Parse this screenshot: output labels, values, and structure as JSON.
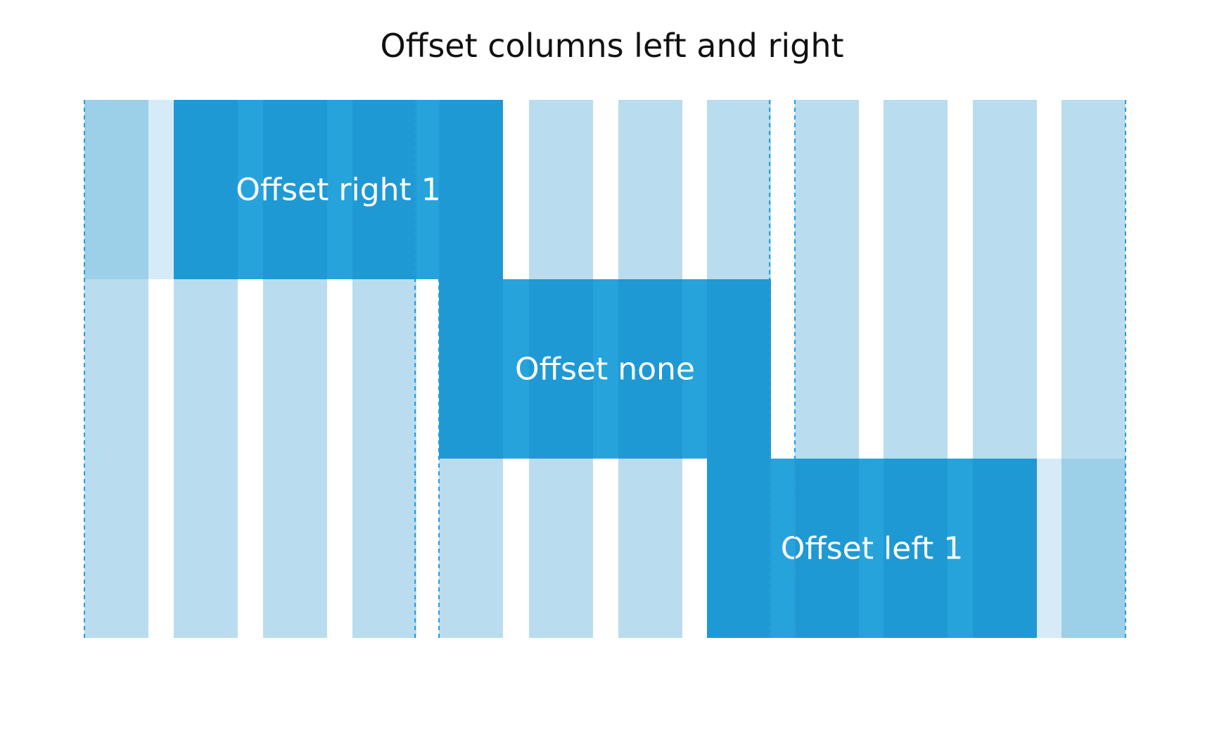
{
  "title": "Offset columns left and right",
  "colors": {
    "column": "#b9ddee",
    "column_lighter": "#d6ebf7",
    "column_darker": "#9ccfe8",
    "block": "#27a3dc",
    "block_overlap": "#1f99d3",
    "guide": "#2a9be0"
  },
  "grid": {
    "columns": 12,
    "groups": 3,
    "columns_per_group": 4
  },
  "blocks": [
    {
      "label": "Offset right 1",
      "row": 0,
      "group": 0,
      "offset": "right",
      "offset_cols": 1
    },
    {
      "label": "Offset none",
      "row": 1,
      "group": 1,
      "offset": "none",
      "offset_cols": 0
    },
    {
      "label": "Offset left 1",
      "row": 2,
      "group": 2,
      "offset": "left",
      "offset_cols": 1
    }
  ]
}
